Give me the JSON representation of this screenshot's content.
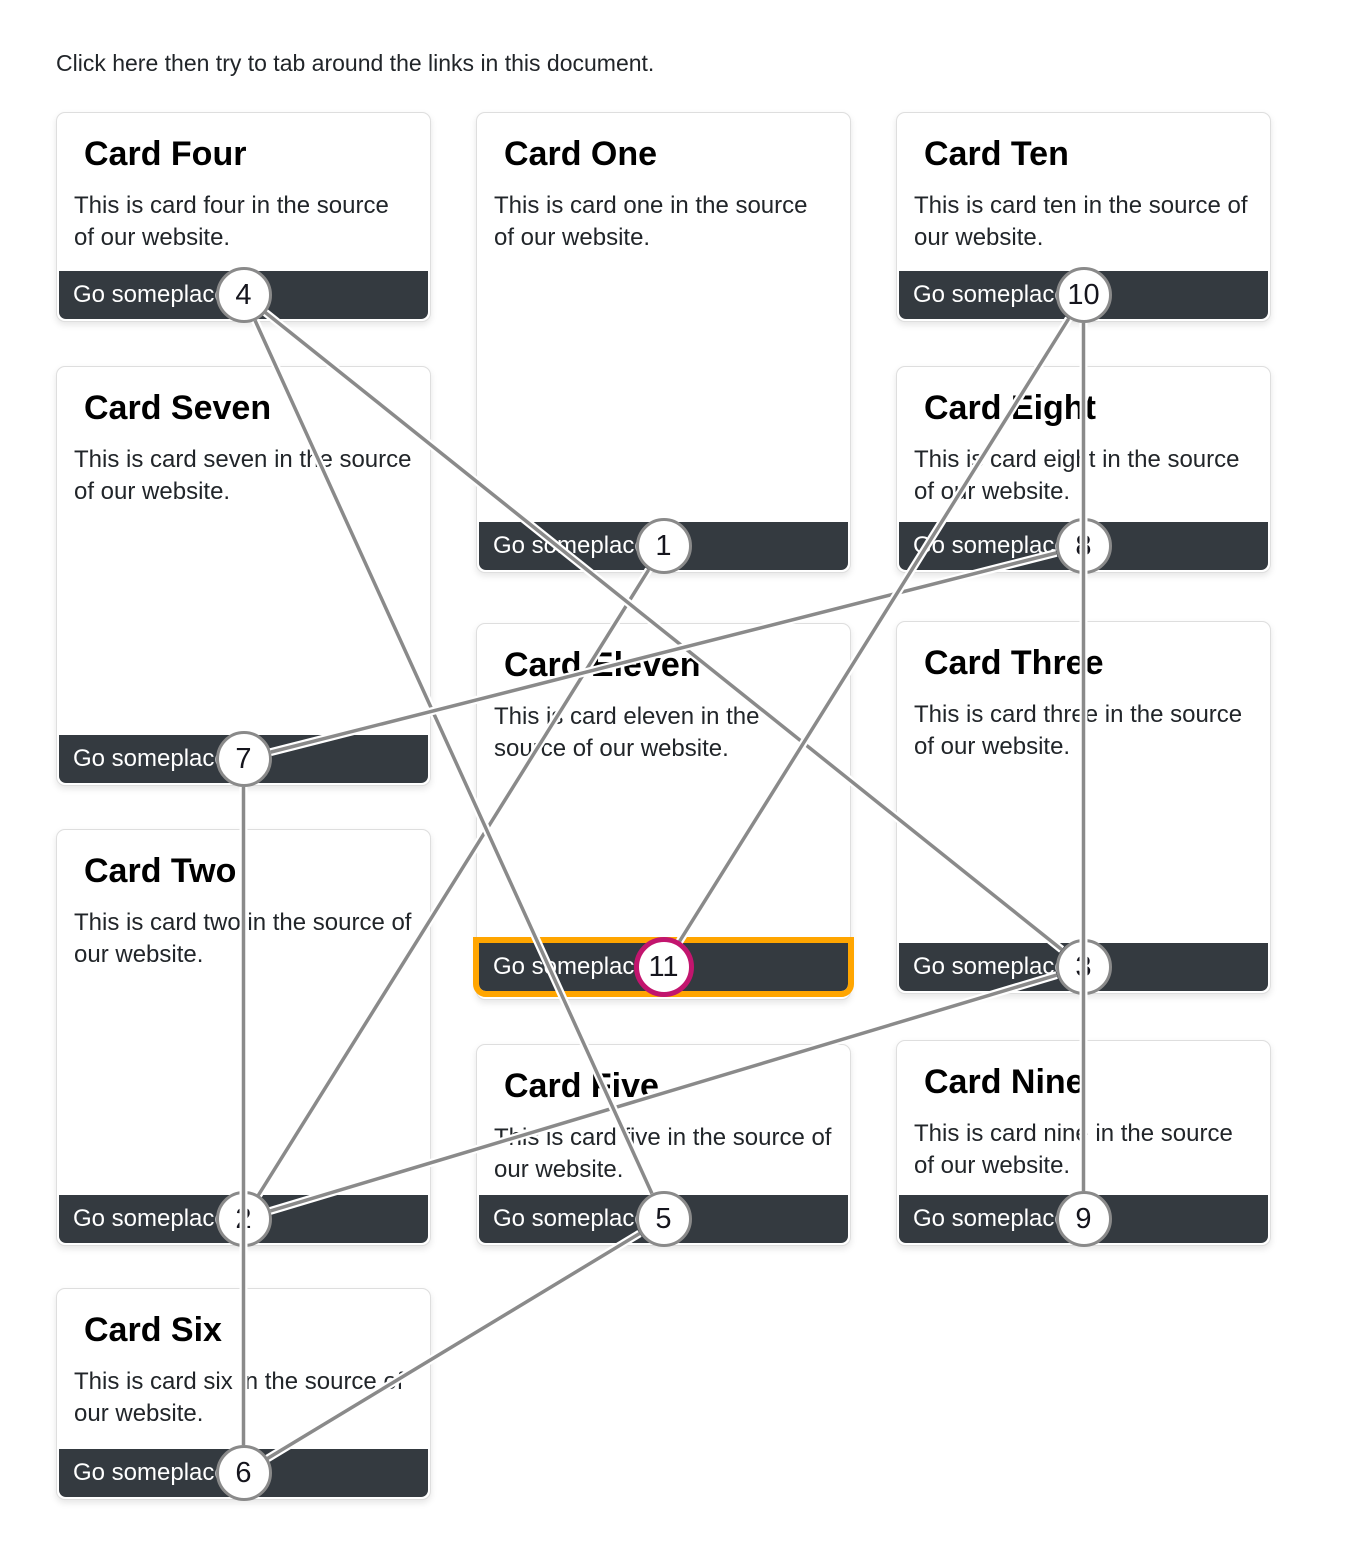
{
  "page": {
    "intro": "Click here then try to tab around the links in this document."
  },
  "colors": {
    "button_bg": "#343a40",
    "button_text": "#ffffff",
    "focus_outline": "#ffa500",
    "focus_marker_border": "#c2156e",
    "marker_border": "#8a8a8a",
    "connector": "#8a8a8a",
    "connector_casing": "#ffffff",
    "card_border": "#dedede",
    "text": "#212529"
  },
  "cards": {
    "one": {
      "title": "Card One",
      "body": "This is card one in the source of our website.",
      "button_label": "Go someplace",
      "tab_index": "1"
    },
    "two": {
      "title": "Card Two",
      "body": "This is card two in the source of our website.",
      "button_label": "Go someplace",
      "tab_index": "2"
    },
    "three": {
      "title": "Card Three",
      "body": "This is card three in the source of our website.",
      "button_label": "Go someplace",
      "tab_index": "3"
    },
    "four": {
      "title": "Card Four",
      "body": "This is card four in the source of our website.",
      "button_label": "Go someplace",
      "tab_index": "4"
    },
    "five": {
      "title": "Card Five",
      "body": "This is card five in the source of our website.",
      "button_label": "Go someplace",
      "tab_index": "5"
    },
    "six": {
      "title": "Card Six",
      "body": "This is card six in the source of our website.",
      "button_label": "Go someplace",
      "tab_index": "6"
    },
    "seven": {
      "title": "Card Seven",
      "body": "This is card seven in the source of our website.",
      "button_label": "Go someplace",
      "tab_index": "7"
    },
    "eight": {
      "title": "Card Eight",
      "body": "This is card eight in the source of our website.",
      "button_label": "Go someplace",
      "tab_index": "8"
    },
    "nine": {
      "title": "Card Nine",
      "body": "This is card nine in the source of our website.",
      "button_label": "Go someplace",
      "tab_index": "9"
    },
    "ten": {
      "title": "Card Ten",
      "body": "This is card ten in the source of our website.",
      "button_label": "Go someplace",
      "tab_index": "10"
    },
    "eleven": {
      "title": "Card Eleven",
      "body": "This is card eleven in the source of our website.",
      "button_label": "Go someplace",
      "tab_index": "11"
    }
  },
  "tab_order": [
    "one",
    "two",
    "three",
    "four",
    "five",
    "six",
    "seven",
    "eight",
    "nine",
    "ten",
    "eleven"
  ],
  "focused_card": "eleven"
}
